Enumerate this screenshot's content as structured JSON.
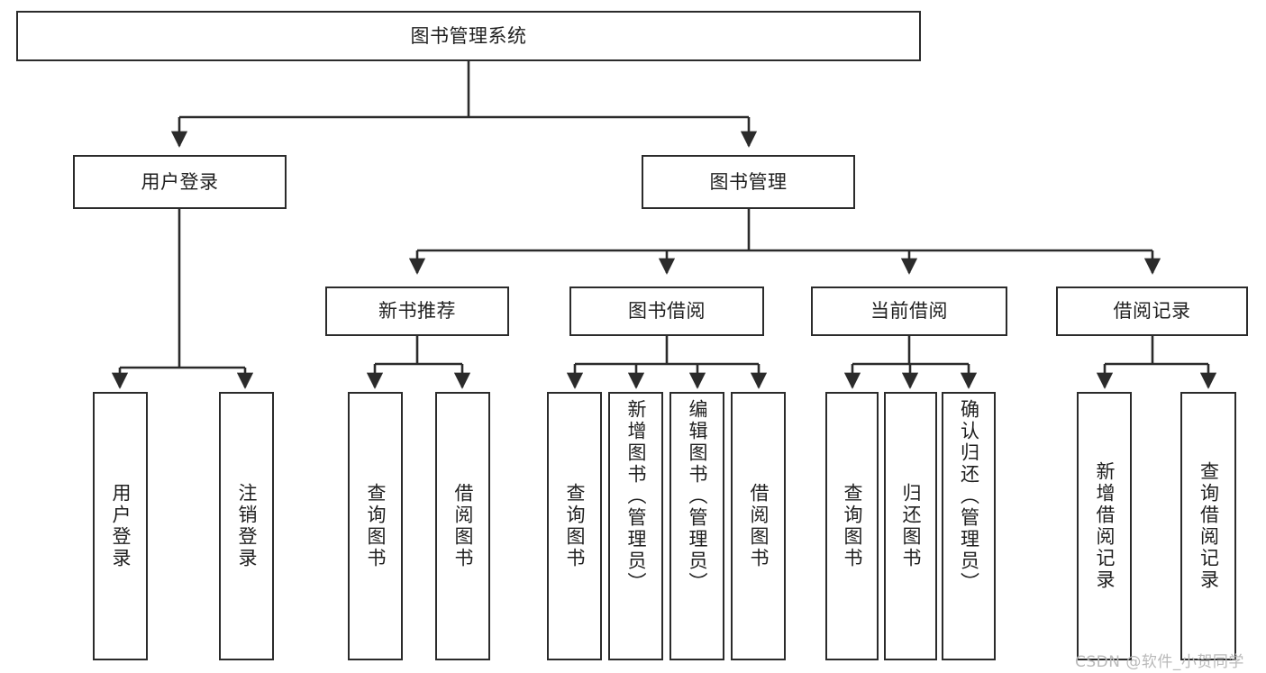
{
  "diagram": {
    "type": "tree-hierarchy",
    "title": "图书管理系统",
    "watermark": "CSDN @软件_小贺同学",
    "colors": {
      "box_border": "#2b2b2b",
      "box_fill": "#ffffff",
      "connector": "#2b2b2b",
      "text": "#1f1f1f",
      "watermark": "#b9b9b9"
    },
    "root": {
      "label": "图书管理系统"
    },
    "level2": [
      {
        "label": "用户登录"
      },
      {
        "label": "图书管理"
      }
    ],
    "level3": [
      {
        "label": "新书推荐"
      },
      {
        "label": "图书借阅"
      },
      {
        "label": "当前借阅"
      },
      {
        "label": "借阅记录"
      }
    ],
    "leaves": {
      "user_login": [
        {
          "label": "用户登录"
        },
        {
          "label": "注销登录"
        }
      ],
      "new_book": [
        {
          "label": "查询图书"
        },
        {
          "label": "借阅图书"
        }
      ],
      "book_borrow": [
        {
          "label": "查询图书"
        },
        {
          "label": "新增图书（管理员）"
        },
        {
          "label": "编辑图书（管理员）"
        },
        {
          "label": "借阅图书"
        }
      ],
      "current_borrow": [
        {
          "label": "查询图书"
        },
        {
          "label": "归还图书"
        },
        {
          "label": "确认归还（管理员）"
        }
      ],
      "borrow_record": [
        {
          "label": "新增借阅记录"
        },
        {
          "label": "查询借阅记录"
        }
      ]
    }
  }
}
